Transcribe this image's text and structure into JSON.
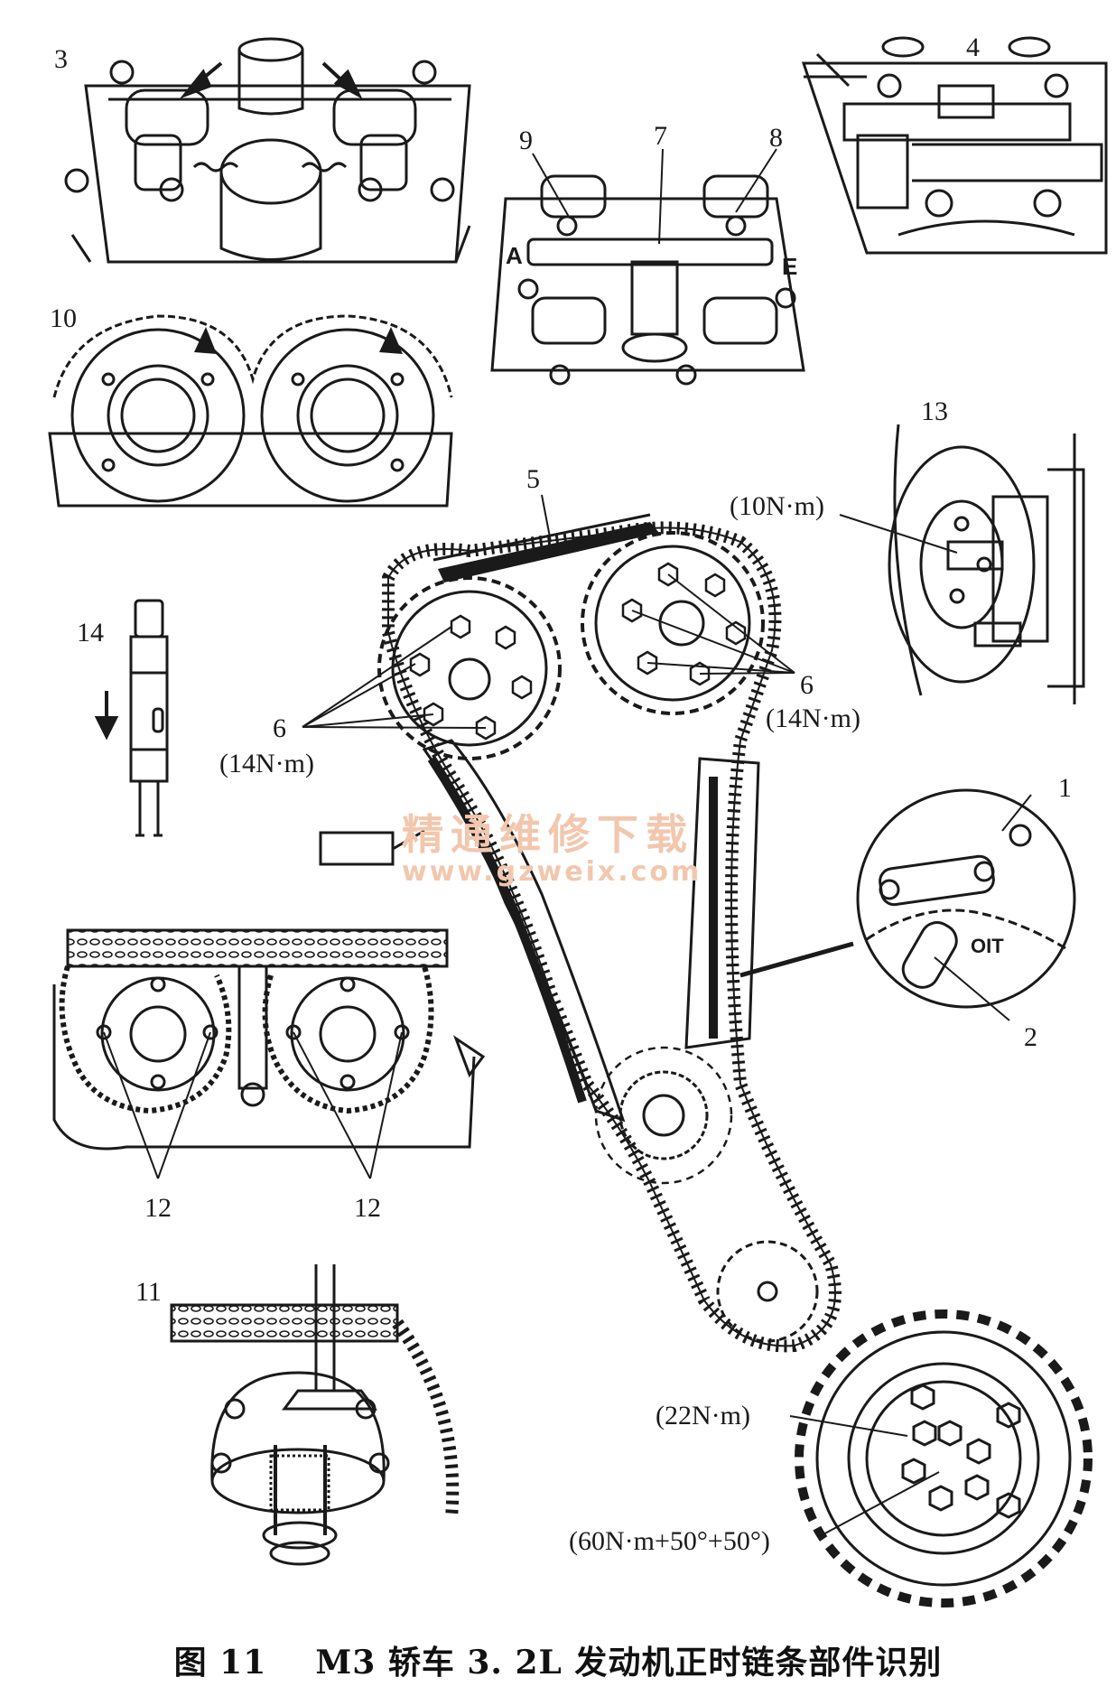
{
  "caption": "图 11    M3 轿车 3. 2L 发动机正时链条部件识别",
  "watermark": {
    "cn": "精通维修下载",
    "url": "www.gzweix.com"
  },
  "callouts": {
    "n1": "1",
    "n2": "2",
    "n3": "3",
    "n4": "4",
    "n5": "5",
    "n6_left": "6",
    "n6_right": "6",
    "n7": "7",
    "n8": "8",
    "n9": "9",
    "n10": "10",
    "n11": "11",
    "n12_left": "12",
    "n12_right": "12",
    "n13": "13",
    "n14": "14"
  },
  "torque": {
    "cam_bolts_left": "(14N·m)",
    "cam_bolts_right": "(14N·m)",
    "tensioner": "(10N·m)",
    "crank_small": "(22N·m)",
    "crank_main": "(60N·m+50°+50°)"
  },
  "tool_letters": {
    "a": "A",
    "e": "E"
  },
  "mark_text": "OIT",
  "colors": {
    "ink": "#1a1a1a",
    "watermark": "#f2c7ad",
    "paper": "#ffffff"
  }
}
